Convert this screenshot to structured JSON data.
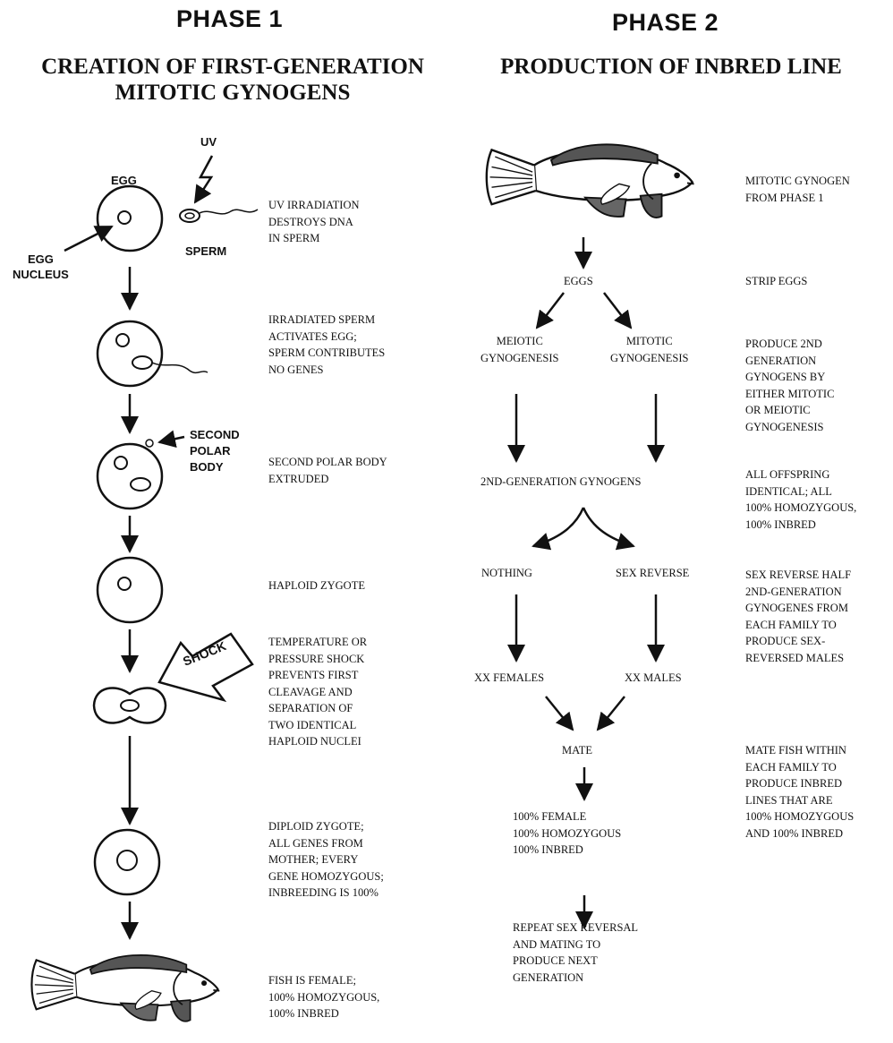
{
  "phase1": {
    "heading": "PHASE 1",
    "title_lines": [
      "CREATION OF FIRST-GENERATION",
      "MITOTIC GYNOGENS"
    ],
    "labels": {
      "uv": "UV",
      "egg": "EGG",
      "egg_nucleus": [
        "EGG",
        "NUCLEUS"
      ],
      "sperm": "SPERM",
      "second_polar_body": [
        "SECOND",
        "POLAR",
        "BODY"
      ],
      "shock": "SHOCK"
    },
    "steps": [
      [
        "UV IRRADIATION",
        "DESTROYS DNA",
        "IN SPERM"
      ],
      [
        "IRRADIATED SPERM",
        "ACTIVATES EGG;",
        "SPERM CONTRIBUTES",
        "NO GENES"
      ],
      [
        "SECOND POLAR BODY",
        "EXTRUDED"
      ],
      [
        "HAPLOID ZYGOTE"
      ],
      [
        "TEMPERATURE OR",
        "PRESSURE SHOCK",
        "PREVENTS FIRST",
        "CLEAVAGE AND",
        "SEPARATION OF",
        "TWO IDENTICAL",
        "HAPLOID NUCLEI"
      ],
      [
        "DIPLOID ZYGOTE;",
        "ALL GENES FROM",
        "MOTHER; EVERY",
        "GENE HOMOZYGOUS;",
        "INBREEDING IS 100%"
      ],
      [
        "FISH IS FEMALE;",
        "100% HOMOZYGOUS,",
        "100% INBRED"
      ]
    ]
  },
  "phase2": {
    "heading": "PHASE 2",
    "title_lines": [
      "PRODUCTION OF INBRED LINE"
    ],
    "flow": {
      "eggs": "EGGS",
      "meiotic": [
        "MEIOTIC",
        "GYNOGENESIS"
      ],
      "mitotic": [
        "MITOTIC",
        "GYNOGENESIS"
      ],
      "second_gen": "2ND-GENERATION GYNOGENS",
      "nothing": "NOTHING",
      "sex_reverse": "SEX REVERSE",
      "xx_females": "XX FEMALES",
      "xx_males": "XX MALES",
      "mate": "MATE",
      "result": [
        "100% FEMALE",
        "100% HOMOZYGOUS",
        "100% INBRED"
      ],
      "repeat": [
        "REPEAT SEX REVERSAL",
        "AND MATING TO",
        "PRODUCE NEXT",
        "GENERATION"
      ]
    },
    "notes": [
      [
        "MITOTIC GYNOGEN",
        "FROM PHASE 1"
      ],
      [
        "STRIP EGGS"
      ],
      [
        "PRODUCE 2ND",
        "GENERATION",
        "GYNOGENS BY",
        "EITHER MITOTIC",
        "OR MEIOTIC",
        "GYNOGENESIS"
      ],
      [
        "ALL OFFSPRING",
        "IDENTICAL; ALL",
        "100% HOMOZYGOUS,",
        "100% INBRED"
      ],
      [
        "SEX REVERSE HALF",
        "2ND-GENERATION",
        "GYNOGENES FROM",
        "EACH FAMILY TO",
        "PRODUCE SEX-",
        "REVERSED MALES"
      ],
      [
        "MATE FISH WITHIN",
        "EACH FAMILY TO",
        "PRODUCE INBRED",
        "LINES THAT ARE",
        "100% HOMOZYGOUS",
        "AND 100% INBRED"
      ]
    ]
  }
}
